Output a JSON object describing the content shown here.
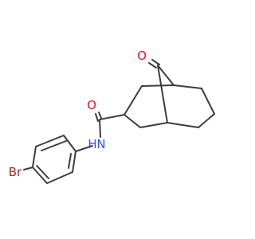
{
  "molecule": {
    "atoms": {
      "oxygen_ketone": {
        "symbol": "O",
        "color": "#e8112d"
      },
      "oxygen_amide": {
        "symbol": "O",
        "color": "#e8112d"
      },
      "nitrogen_amide": {
        "symbol": "N",
        "color": "#3050f8"
      },
      "nitrogen_hydrogen": {
        "symbol": "H",
        "color": "#3050f8"
      },
      "bromine": {
        "symbol": "Br",
        "color": "#a62929"
      }
    },
    "bond_color": "#3d3d3d"
  }
}
